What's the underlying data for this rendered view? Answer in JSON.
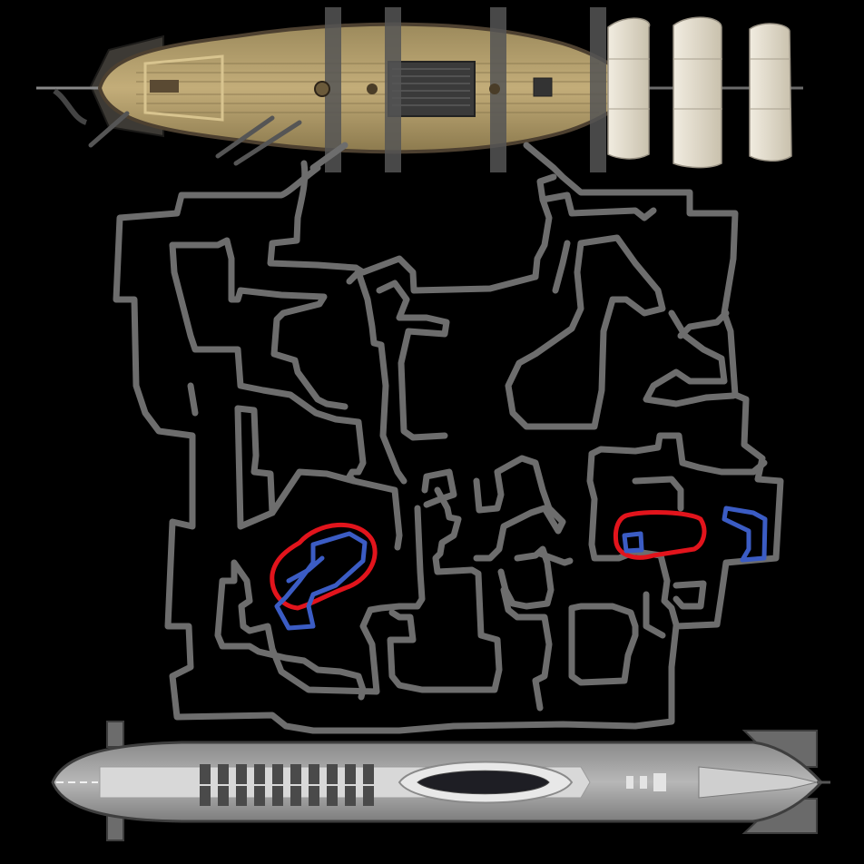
{
  "map": {
    "background_color": "#000000",
    "wall_color": "#6d6d6d",
    "features": [
      {
        "name": "sailing-ship",
        "description_icon": "ship-icon"
      },
      {
        "name": "cave-maze",
        "description_icon": "maze-icon"
      },
      {
        "name": "submarine",
        "description_icon": "submarine-icon"
      }
    ],
    "annotations": [
      {
        "color": "#e2141c",
        "shape": "loop"
      },
      {
        "color": "#3b5cc4",
        "shape": "loop"
      }
    ]
  }
}
